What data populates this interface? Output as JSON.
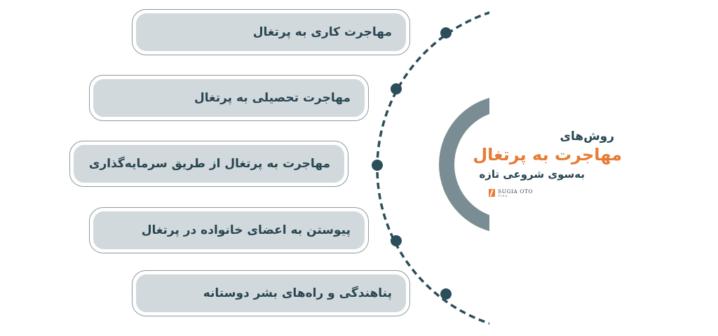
{
  "center": {
    "line1": "روش‌های",
    "line2": "مهاجرت به پرتغال",
    "line3": "به‌سوی شروعی تازه",
    "logo": {
      "name": "SUGIA OTO",
      "sub": "VISA",
      "icon": "logo-mark-icon"
    }
  },
  "items": [
    {
      "label": "مهاجرت کاری به پرتغال"
    },
    {
      "label": "مهاجرت تحصیلی به پرتغال"
    },
    {
      "label": "مهاجرت به پرتغال از طریق سرمایه‌گذاری"
    },
    {
      "label": "پیوستن به اعضای خانواده در پرتغال"
    },
    {
      "label": "پناهندگی و راه‌های بشر دوستانه"
    }
  ],
  "colors": {
    "accent": "#e87b34",
    "text": "#284652",
    "pill_fill": "#d2d9dd",
    "pill_border": "#8f999e",
    "arc_gray": "#7b8d94",
    "dash": "#2c4d5a"
  }
}
